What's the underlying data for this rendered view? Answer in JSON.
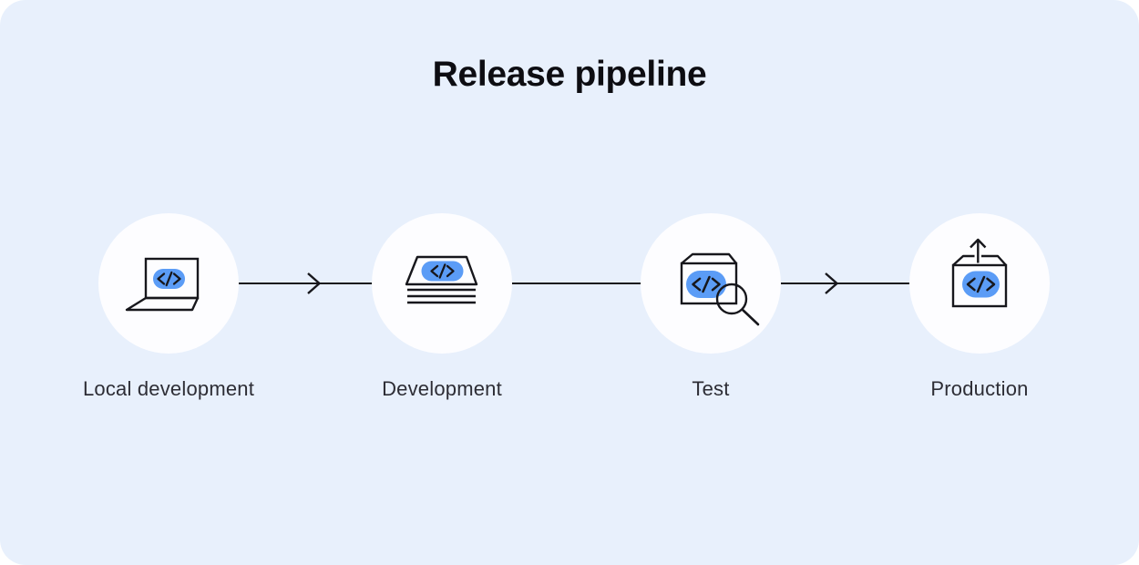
{
  "title": "Release pipeline",
  "colors": {
    "page_background": "#FFFFFF",
    "canvas_background": "#E8F0FC",
    "node_circle": "#FDFDFF",
    "accent_blue": "#5B9CF6",
    "line_dark": "#17171C",
    "title_text": "#0D0D12",
    "label_text": "#2D2D35"
  },
  "stages": [
    {
      "id": "local-development",
      "label": "Local development",
      "icon": "laptop-code-icon"
    },
    {
      "id": "development",
      "label": "Development",
      "icon": "server-stack-code-icon"
    },
    {
      "id": "test",
      "label": "Test",
      "icon": "package-magnifier-icon"
    },
    {
      "id": "production",
      "label": "Production",
      "icon": "package-upload-icon"
    }
  ],
  "connectors": [
    {
      "from": "local-development",
      "to": "development",
      "arrowhead": true
    },
    {
      "from": "development",
      "to": "test",
      "arrowhead": false
    },
    {
      "from": "test",
      "to": "production",
      "arrowhead": true
    }
  ]
}
